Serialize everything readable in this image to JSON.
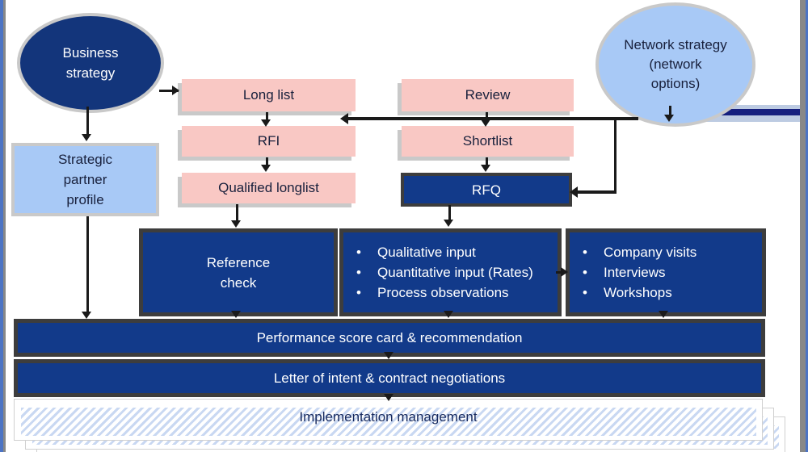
{
  "diagram": {
    "nodes": {
      "business_strategy": "Business strategy",
      "network_strategy": "Network strategy (network options)",
      "strategic_partner_profile": "Strategic partner profile",
      "long_list": "Long list",
      "rfi": "RFI",
      "qualified_longlist": "Qualified longlist",
      "review": "Review",
      "shortlist": "Shortlist",
      "rfq": "RFQ",
      "reference_check": "Reference check",
      "evaluation_items": [
        "Qualitative input",
        "Quantitative input (Rates)",
        "Process observations"
      ],
      "fieldwork_items": [
        "Company visits",
        "Interviews",
        "Workshops"
      ],
      "performance_bar": "Performance score card & recommendation",
      "letter_bar": "Letter of intent & contract negotiations",
      "implementation_bar": "Implementation management"
    },
    "colors": {
      "navy_fill": "#123a8a",
      "navy_ellipse": "#13357b",
      "pink": "#f9c8c4",
      "light_blue": "#a8c9f6",
      "dark_border": "#3d3d3d",
      "shadow_light": "#c9c9c9",
      "stripe": "#c9d8f2",
      "ribbon_light": "#bdcbe2",
      "ribbon_dark": "#161f7e",
      "arrow": "#1a1a1a",
      "text_dark": "#18203c",
      "text_navy": "#16295e",
      "edge_blue": "#4c74c4",
      "edge_grey": "#888888"
    }
  }
}
